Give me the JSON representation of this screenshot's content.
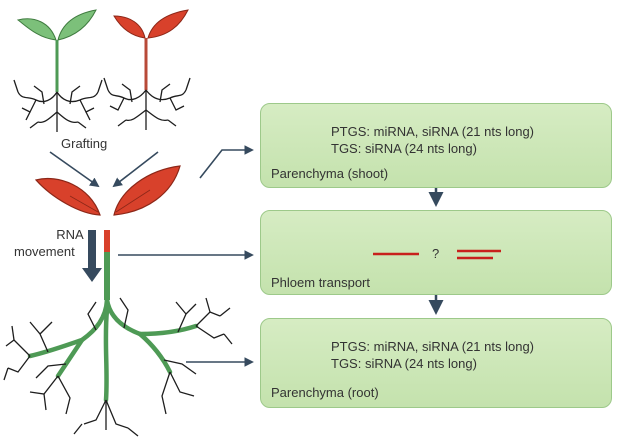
{
  "colors": {
    "box_fill": "#cbe6b5",
    "box_border": "#9dc98a",
    "stem_green": "#4e9a55",
    "leaf_red": "#d8412b",
    "leaf_green": "#7cc07a",
    "arrow": "#364a5e",
    "sirna_red": "#c8201c"
  },
  "boxes": {
    "shoot": {
      "line1": "PTGS: miRNA, siRNA (21 nts long)",
      "line2": "TGS: siRNA (24 nts long)",
      "label": "Parenchyma (shoot)"
    },
    "phloem": {
      "question": "?",
      "label": "Phloem transport"
    },
    "root": {
      "line1": "PTGS: miRNA, siRNA (21 nts long)",
      "line2": "TGS: siRNA (24 nts long)",
      "label": "Parenchyma (root)"
    }
  },
  "labels": {
    "grafting": "Grafting",
    "rna_line1": "RNA",
    "rna_line2": "movement"
  },
  "icons": {
    "seedlings": "seedling-icon",
    "leaves": "leaf-icon",
    "arrows": "arrow-icon",
    "roots": "root-system-icon"
  }
}
